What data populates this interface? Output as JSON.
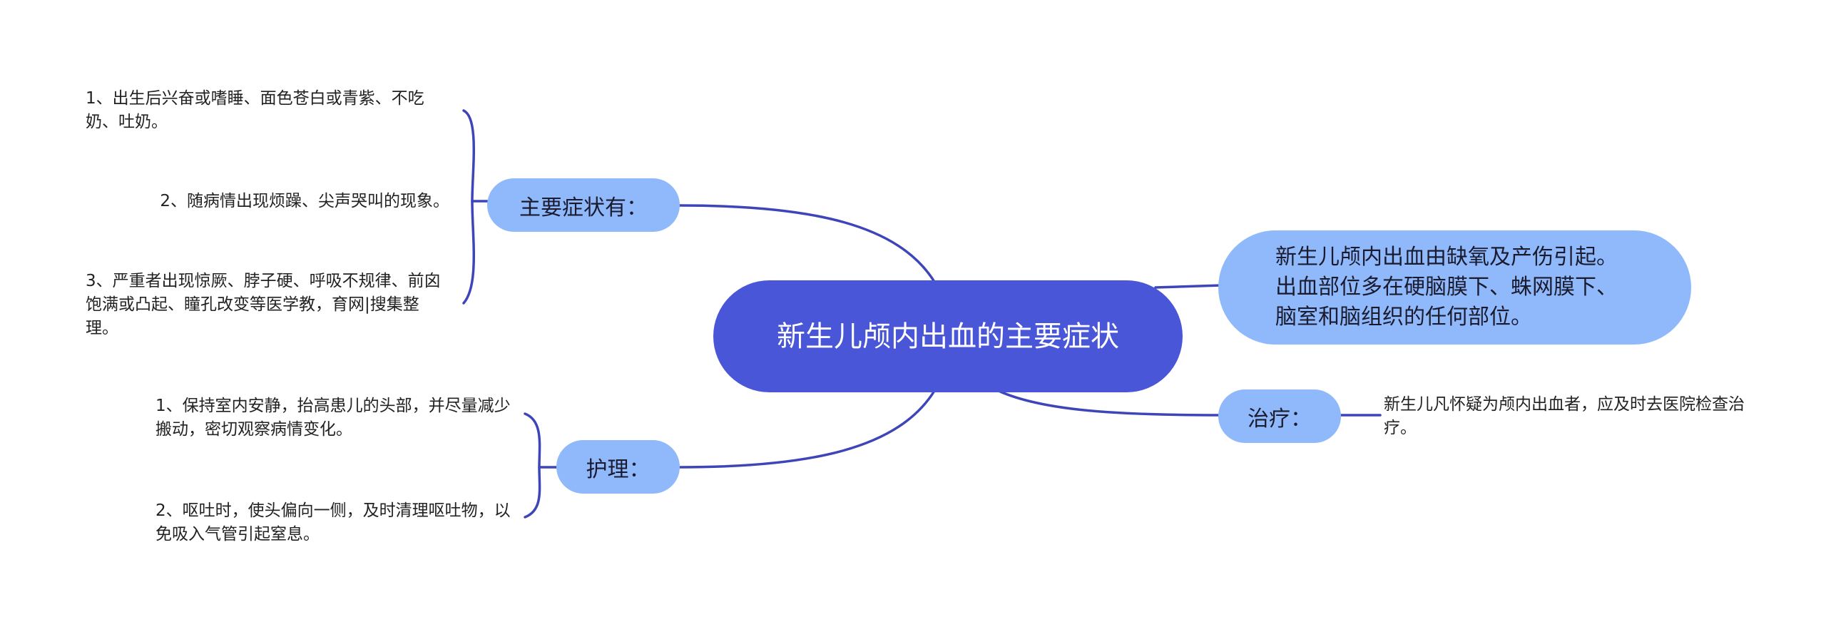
{
  "mindmap": {
    "central": {
      "text": "新生儿颅内出血的主要症状"
    },
    "description": {
      "text": "新生儿颅内出血由缺氧及产伤引起。出血部位多在硬脑膜下、蛛网膜下、脑室和脑组织的任何部位。"
    },
    "branches": {
      "symptoms": {
        "label": "主要症状有：",
        "items": [
          "1、出生后兴奋或嗜睡、面色苍白或青紫、不吃奶、吐奶。",
          "2、随病情出现烦躁、尖声哭叫的现象。",
          "3、严重者出现惊厥、脖子硬、呼吸不规律、前囟饱满或凸起、瞳孔改变等医学教，育网|搜集整理。"
        ]
      },
      "nursing": {
        "label": "护理：",
        "items": [
          "1、保持室内安静，抬高患儿的头部，并尽量减少搬动，密切观察病情变化。",
          "2、呕吐时，使头偏向一侧，及时清理呕吐物，以免吸入气管引起窒息。"
        ]
      },
      "treatment": {
        "label": "治疗：",
        "items": [
          "新生儿凡怀疑为颅内出血者，应及时去医院检查治疗。"
        ]
      }
    },
    "colors": {
      "central": "#4a56d8",
      "topic": "#8fb9fb",
      "line": "#3d45b8"
    }
  }
}
